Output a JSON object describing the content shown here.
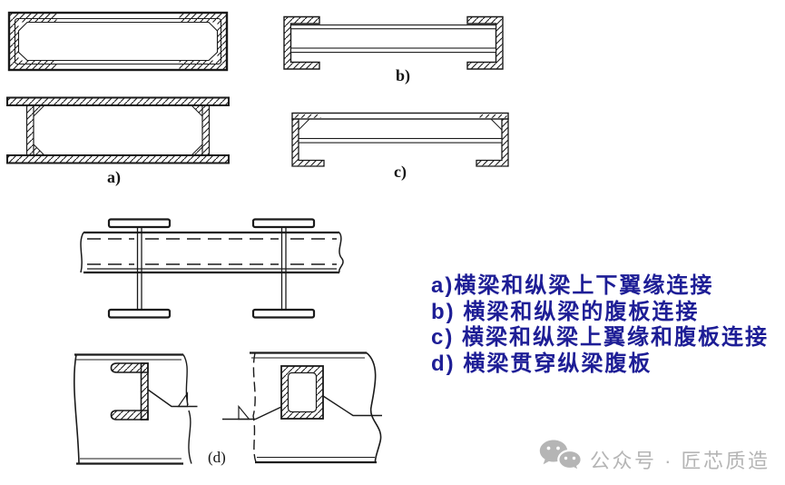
{
  "canvas": {
    "background": "#ffffff",
    "ink_color": "#1a1a1a",
    "caption_color": "#1e1e96",
    "watermark_color": "#b5b5b5"
  },
  "figure_labels": {
    "a": "a)",
    "b": "b)",
    "c": "c)",
    "d": "(d)"
  },
  "captions": {
    "lines": [
      "a)横梁和纵梁上下翼缘连接",
      "b) 横梁和纵梁的腹板连接",
      "c) 横梁和纵梁上翼缘和腹板连接",
      "d) 横梁贯穿纵梁腹板"
    ]
  },
  "watermark": {
    "icon": "wechat-logo",
    "text": "公众号 · 匠芯质造"
  }
}
